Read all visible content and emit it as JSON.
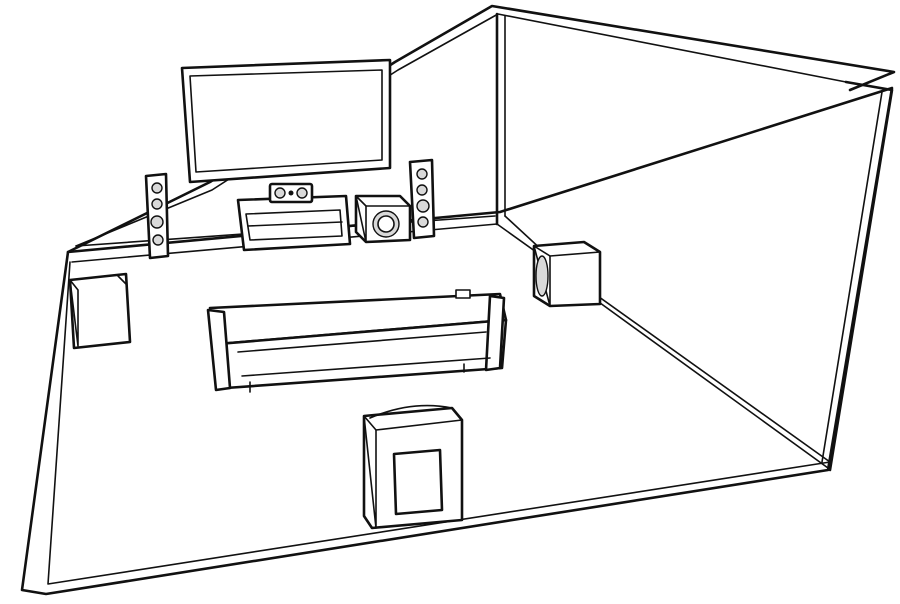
{
  "diagram": {
    "labels": [],
    "colors": {
      "line": "#111111",
      "fill": "#ffffff",
      "cone": "#d9d9d9"
    },
    "components": [
      {
        "kind": "tv-screen"
      },
      {
        "kind": "center-speaker"
      },
      {
        "kind": "tv-stand"
      },
      {
        "kind": "front-left-tower-speaker"
      },
      {
        "kind": "front-right-tower-speaker"
      },
      {
        "kind": "front-subwoofer"
      },
      {
        "kind": "side-left-surround-speaker"
      },
      {
        "kind": "side-right-subwoofer"
      },
      {
        "kind": "sofa"
      },
      {
        "kind": "rear-subwoofer"
      }
    ]
  }
}
